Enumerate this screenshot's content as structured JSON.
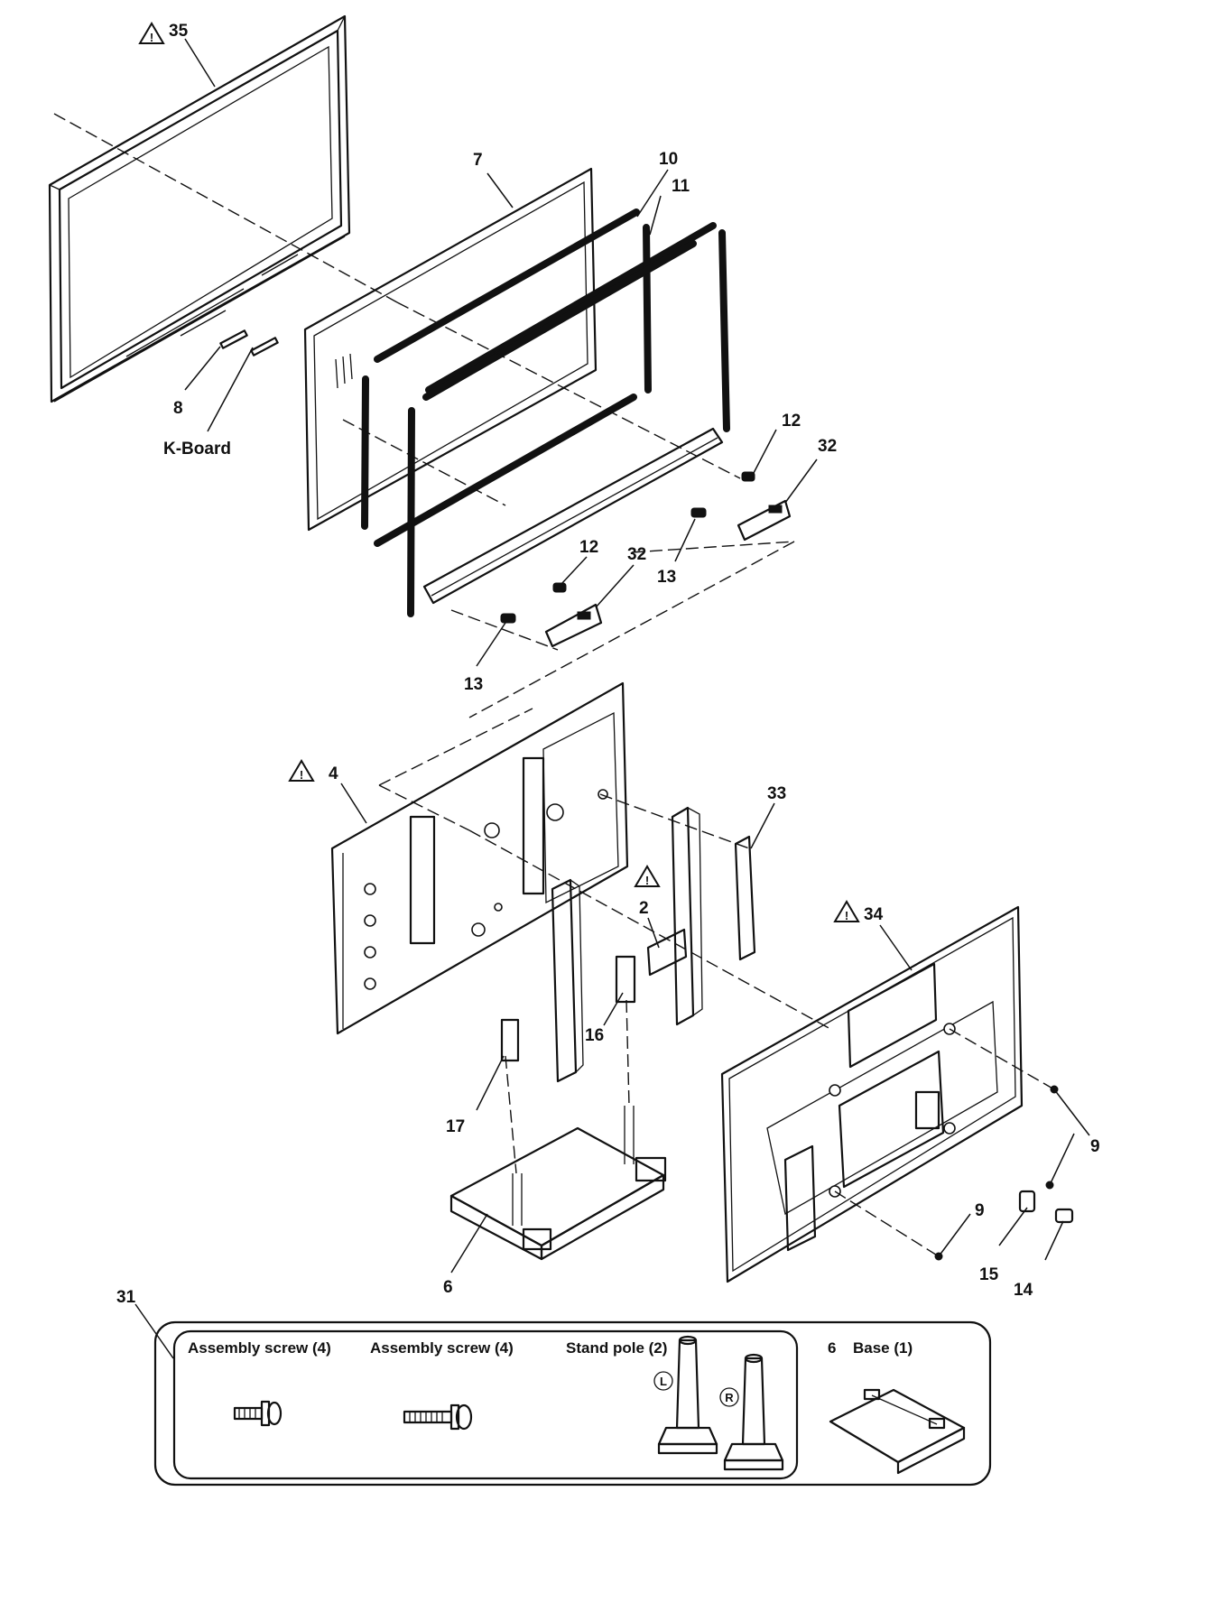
{
  "callouts": {
    "c35": "35",
    "c7": "7",
    "c10": "10",
    "c11": "11",
    "c8": "8",
    "kboard": "K-Board",
    "c12a": "12",
    "c32a": "32",
    "c12b": "12",
    "c32b": "32",
    "c13a": "13",
    "c13b": "13",
    "c4": "4",
    "c33": "33",
    "c2": "2",
    "c34": "34",
    "c16": "16",
    "c17": "17",
    "c9a": "9",
    "c9b": "9",
    "c6": "6",
    "c15": "15",
    "c14": "14",
    "c31": "31"
  },
  "warning_symbol": "!",
  "accessory_kit": {
    "screw1_label": "Assembly screw (4)",
    "screw2_label": "Assembly screw (4)",
    "pole_label": "Stand pole (2)",
    "pole_left_mark": "L",
    "pole_right_mark": "R",
    "base_number": "6",
    "base_label": "Base (1)"
  }
}
